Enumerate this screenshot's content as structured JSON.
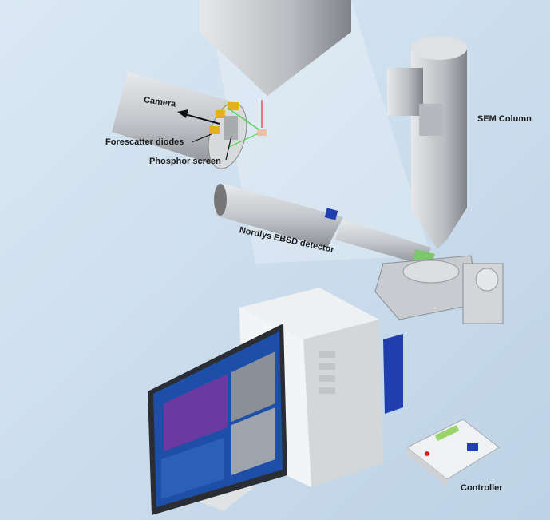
{
  "labels": {
    "camera": "Camera",
    "forescatter": "Forescatter diodes",
    "phosphor": "Phosphor screen",
    "sem_column": "SEM Column",
    "detector": "Nordlys EBSD detector",
    "controller": "Controller"
  },
  "colors": {
    "background": "#cfe0ee",
    "metal": "#c9ccd0",
    "accent_blue": "#1f3fb0",
    "beam_green": "#4cd64c",
    "screen_blue": "#1d4fa8"
  }
}
